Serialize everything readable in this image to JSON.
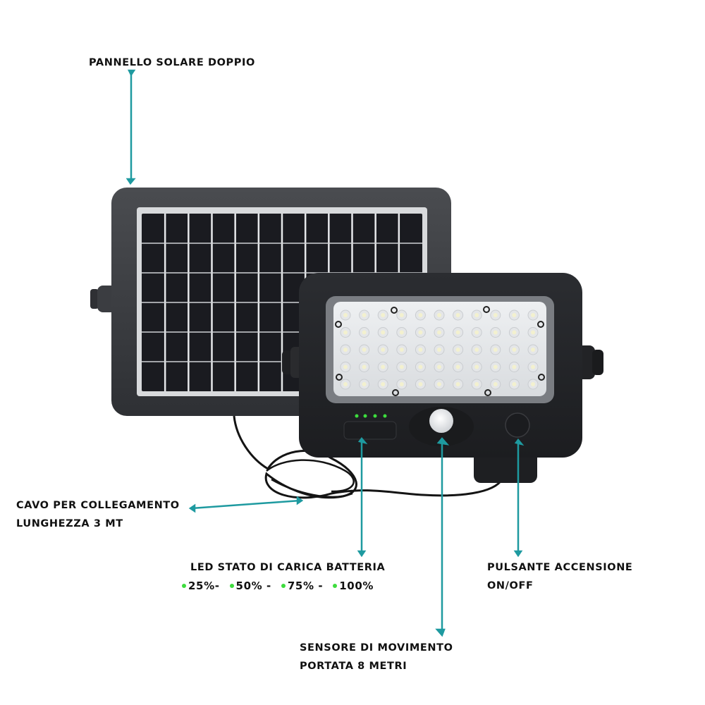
{
  "labels": {
    "solar_panel": "PANNELLO SOLARE DOPPIO",
    "cable": {
      "line1": "CAVO PER COLLEGAMENTO",
      "line2": "LUNGHEZZA 3 MT"
    },
    "battery_led": {
      "title": "LED STATO DI CARICA BATTERIA",
      "levels": [
        "25%-",
        "50% -",
        "75% -",
        "100%"
      ]
    },
    "power_button": {
      "line1": "PULSANTE ACCENSIONE",
      "line2": "ON/OFF"
    },
    "motion_sensor": {
      "line1": "SENSORE DI MOVIMENTO",
      "line2": "PORTATA 8 METRI"
    }
  },
  "colors": {
    "arrow": "#1e9aa0",
    "indicator_led": "#3ddc3d",
    "housing": "#2a2c30",
    "panel_frame": "#3c3e42"
  },
  "product": {
    "solar_grid": {
      "columns": 12,
      "rows": 6
    },
    "led_grid": {
      "columns": 11,
      "rows": 5
    },
    "indicator_leds": 4
  }
}
